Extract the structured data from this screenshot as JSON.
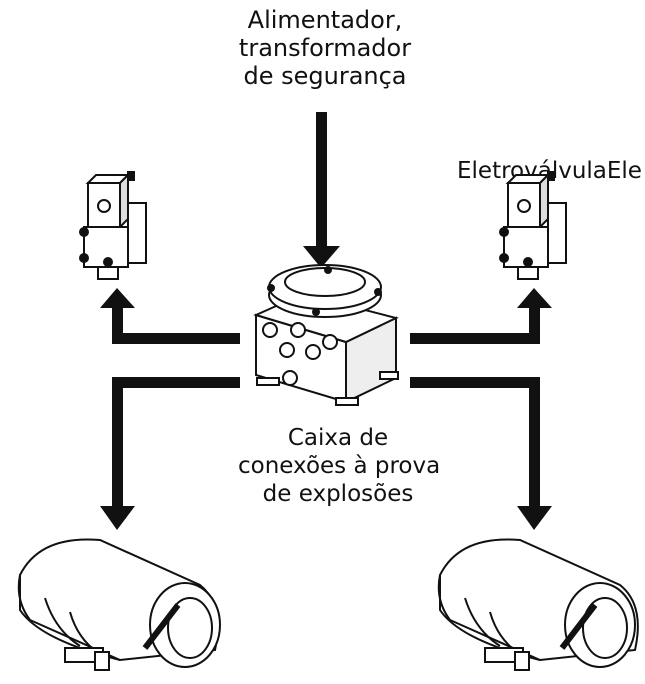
{
  "labels": {
    "power_lines": [
      "Alimentador,",
      "transformador",
      "de segurança"
    ],
    "valve": "EletroválvulaEle",
    "junction_box_lines": [
      "Caixa de",
      "conexões à prova",
      "de explosões"
    ]
  },
  "colors": {
    "stroke": "#111111",
    "fill": "#ffffff",
    "shade": "#d9d9d9",
    "arrow": "#111111"
  }
}
